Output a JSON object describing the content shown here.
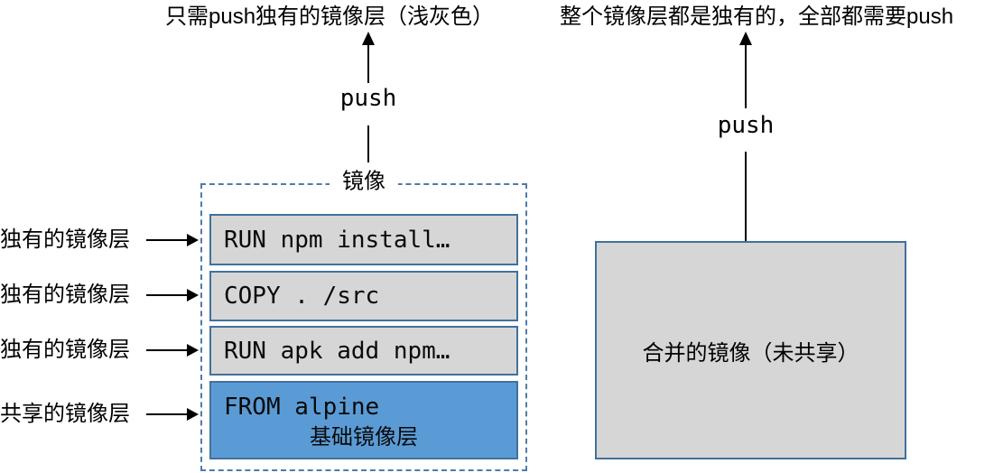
{
  "captions": {
    "left": "只需push独有的镜像层（浅灰色）",
    "right": "整个镜像层都是独有的，全部都需要push"
  },
  "left_diagram": {
    "push_label": "push",
    "box_title": "镜像",
    "layers": [
      {
        "text": "RUN npm install…",
        "type": "unique"
      },
      {
        "text": "COPY . /src",
        "type": "unique"
      },
      {
        "text": "RUN apk add npm…",
        "type": "unique"
      },
      {
        "text": "FROM alpine",
        "sublabel": "基础镜像层",
        "type": "shared"
      }
    ],
    "row_labels": [
      {
        "text": "独有的镜像层"
      },
      {
        "text": "独有的镜像层"
      },
      {
        "text": "独有的镜像层"
      },
      {
        "text": "共享的镜像层"
      }
    ]
  },
  "right_diagram": {
    "push_label": "push",
    "box_label": "合并的镜像（未共享）"
  },
  "colors": {
    "layer_gray": "#d6d6d6",
    "layer_blue": "#5b9bd5",
    "border_blue": "#41719c",
    "dashed_border": "#4f7ca8",
    "arrow_black": "#000000"
  }
}
